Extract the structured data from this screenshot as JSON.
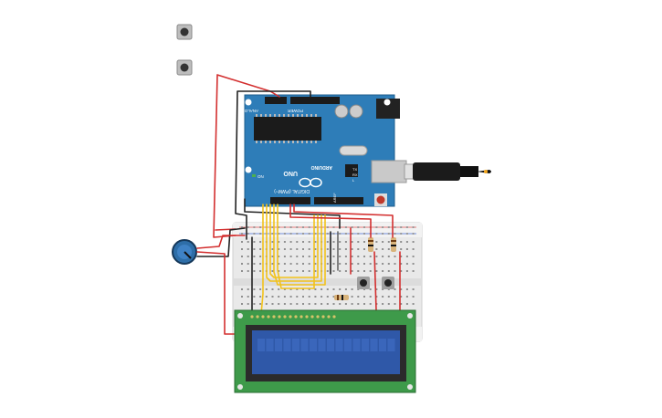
{
  "arduino": {
    "model": "UNO",
    "brand": "ARDUINO",
    "header_analog": "ANALOG IN",
    "header_power": "POWER",
    "header_digital": "DIGITAL (PWM~)",
    "led_on": "ON",
    "led_tx": "TX",
    "led_rx": "RX",
    "led_l": "L",
    "ioref": "IOREF",
    "aref": "AREF"
  },
  "colors": {
    "board": "#2E7DB8",
    "breadboard": "#E9E9E9",
    "lcd_pcb": "#3E9A4A",
    "lcd_screen": "#2F58A8",
    "wire_red": "#D32F2F",
    "wire_black": "#222222",
    "wire_yellow": "#F2C21B",
    "potentiometer": "#2E6EA8"
  },
  "icons": {
    "push_button": "push-button-icon",
    "potentiometer": "potentiometer-icon",
    "usb_cable": "usb-cable-icon",
    "infinity_logo": "arduino-logo-icon"
  }
}
